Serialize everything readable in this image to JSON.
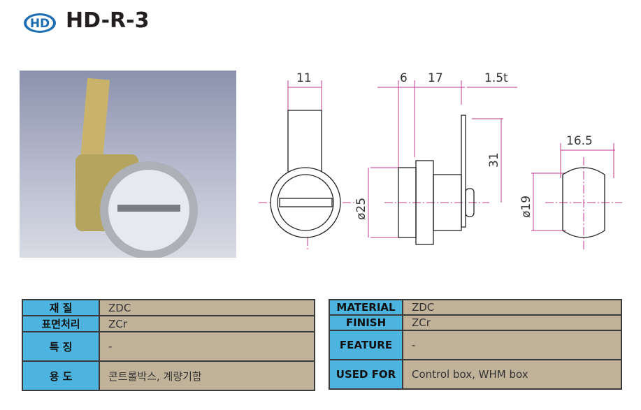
{
  "header": {
    "brand": "HD",
    "title": "HD-R-3"
  },
  "drawing": {
    "dims": [
      "11",
      "6",
      "17",
      "1.5t",
      "31",
      "ø25",
      "16.5",
      "ø19"
    ]
  },
  "colors": {
    "header_cell": "#4cb4df",
    "value_cell": "#c1b39a",
    "dim": "#c0398f"
  },
  "spec_ko": [
    {
      "label": "재 질",
      "value": "ZDC"
    },
    {
      "label": "표면처리",
      "value": "ZCr"
    },
    {
      "label": "특 징",
      "value": "-"
    },
    {
      "label": "용 도",
      "value": "콘트롤박스, 계량기함"
    }
  ],
  "spec_en": [
    {
      "label": "MATERIAL",
      "value": "ZDC"
    },
    {
      "label": "FINISH",
      "value": "ZCr"
    },
    {
      "label": "FEATURE",
      "value": "-"
    },
    {
      "label": "USED FOR",
      "value": "Control box, WHM box"
    }
  ]
}
